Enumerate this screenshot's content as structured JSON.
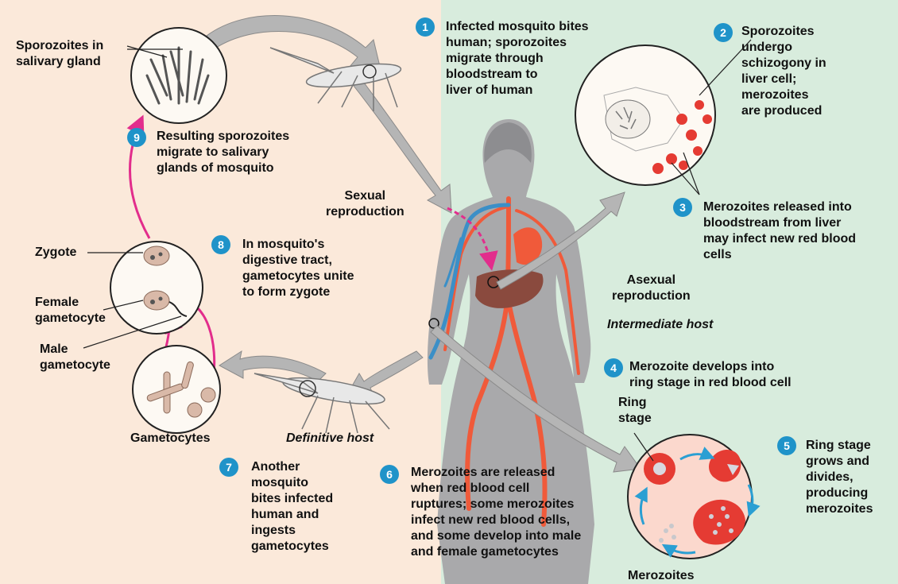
{
  "colors": {
    "sexual_bg": "#fbe9da",
    "asexual_bg": "#d8ecdd",
    "badge": "#1f93c9",
    "arrow_pink": "#e22d8c",
    "arrow_blue": "#2a9fd3",
    "artery": "#f05a3a",
    "vein": "#3b8fc7",
    "body": "#a9a9ab",
    "liver": "#8a4a3e",
    "rbc": "#e53b33"
  },
  "labels": {
    "sexual_reproduction": "Sexual\nreproduction",
    "asexual_reproduction": "Asexual\nreproduction",
    "intermediate_host": "Intermediate host",
    "definitive_host": "Definitive host",
    "sporozoites_in_salivary_gland": "Sporozoites in\nsalivary gland",
    "zygote": "Zygote",
    "female_gametocyte": "Female\ngametocyte",
    "male_gametocyte": "Male\ngametocyte",
    "gametocytes": "Gametocytes",
    "ring_stage": "Ring\nstage",
    "merozoites": "Merozoites"
  },
  "steps": [
    {
      "num": "1",
      "text": "Infected mosquito bites\nhuman; sporozoites\nmigrate through\nbloodstream to\nliver of human"
    },
    {
      "num": "2",
      "text": "Sporozoites\nundergo\nschizogony in\nliver cell;\nmerozoites\nare produced"
    },
    {
      "num": "3",
      "text": "Merozoites released into\nbloodstream from liver\nmay infect new red blood\ncells"
    },
    {
      "num": "4",
      "text": "Merozoite develops into\nring stage in red blood cell"
    },
    {
      "num": "5",
      "text": "Ring stage\ngrows and\ndivides,\nproducing\nmerozoites"
    },
    {
      "num": "6",
      "text": "Merozoites are released\nwhen red blood cell\nruptures; some merozoites\ninfect new red blood cells,\nand some develop into male\nand female gametocytes"
    },
    {
      "num": "7",
      "text": "Another\nmosquito\nbites infected\nhuman and\ningests\ngametocytes"
    },
    {
      "num": "8",
      "text": "In mosquito's\ndigestive tract,\ngametocytes unite\nto form zygote"
    },
    {
      "num": "9",
      "text": "Resulting sporozoites\nmigrate to salivary\nglands of mosquito"
    }
  ]
}
